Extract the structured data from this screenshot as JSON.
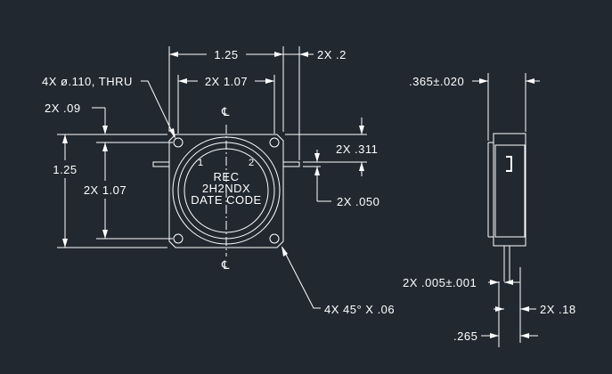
{
  "colors": {
    "background": "#212830",
    "lines": "#ffffff"
  },
  "front_view": {
    "dim_top_overall": "1.25",
    "dim_top_hole_spacing": "2X 1.07",
    "dim_tab_width": "2X .2",
    "callout_holes": "4X ø.110, THRU",
    "dim_hole_offset": "2X .09",
    "dim_left_overall": "1.25",
    "dim_left_hole_spacing": "2X 1.07",
    "dim_tab_height": "2X .311",
    "dim_tab_thickness": "2X .050",
    "callout_chamfer": "4X 45° X .06",
    "centerline_symbol": "℄",
    "port_1": "1",
    "port_2": "2",
    "label_line1": "REC",
    "label_line2": "2H2NDX",
    "label_line3": "DATE  CODE"
  },
  "side_view": {
    "dim_height": ".365±.020",
    "dim_tab_offset": "2X .005±.001",
    "dim_tab_len": "2X .18",
    "dim_base": ".265"
  }
}
